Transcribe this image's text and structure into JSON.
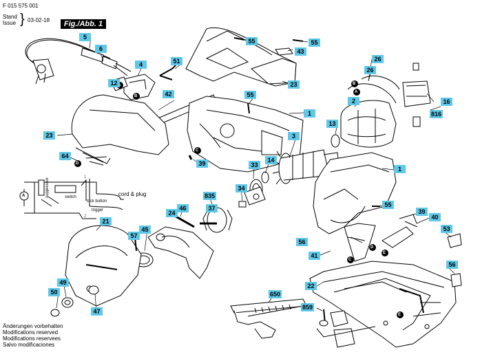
{
  "header": {
    "part_number": "F 015 575 001",
    "stand_label": "Stand",
    "issue_label": "Issue",
    "date": "03-02-18",
    "figure_label": "Fig./Abb. 1"
  },
  "footer": [
    "Änderungen vorbehalten",
    "Modifications reserved",
    "Modifications reservees",
    "Salvo modificaciones"
  ],
  "wiring": {
    "switch": "switch",
    "suppressor": "suppressor",
    "cord_plug": "cord & plug",
    "lock_button": "lock button",
    "trigger": "trigger",
    "terminal_1": "1",
    "terminal_2": "2",
    "motor": "A"
  },
  "connectors": [
    "A",
    "B",
    "C",
    "D",
    "E"
  ],
  "part_labels": [
    "5",
    "6",
    "4",
    "12",
    "51",
    "42",
    "55",
    "55",
    "43",
    "23",
    "26",
    "26",
    "2",
    "55",
    "1",
    "16",
    "816",
    "13",
    "3",
    "23",
    "64",
    "39",
    "14",
    "33",
    "34",
    "835",
    "37",
    "1",
    "24",
    "46",
    "55",
    "39",
    "40",
    "21",
    "45",
    "57",
    "56",
    "53",
    "41",
    "22",
    "56",
    "49",
    "650",
    "50",
    "47",
    "859"
  ]
}
